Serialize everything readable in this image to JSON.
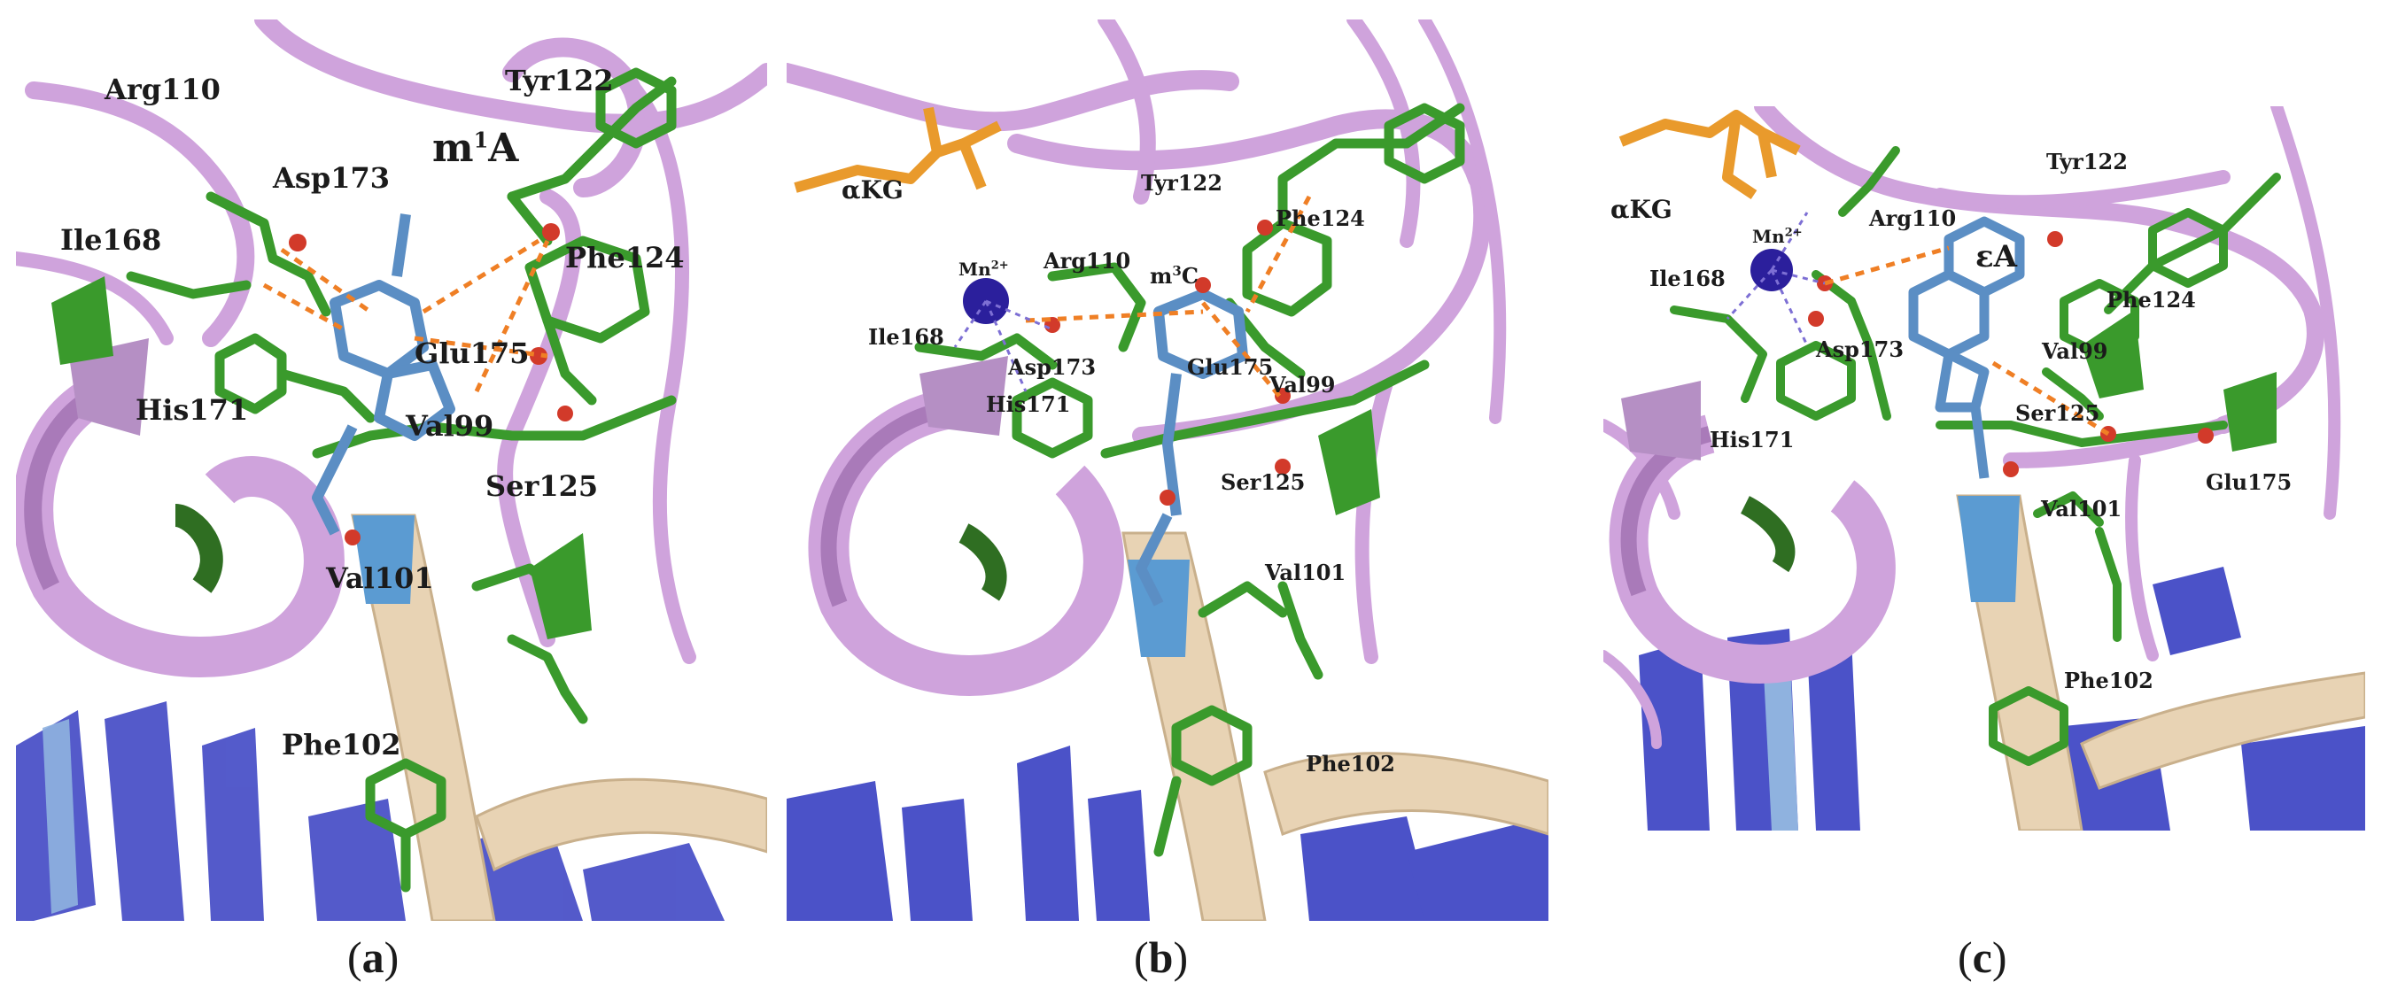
{
  "panels": [
    {
      "id": "a",
      "caption_letter": "a",
      "residues": [
        "Arg110",
        "Tyr122",
        "Asp173",
        "Ile168",
        "Phe124",
        "Glu175",
        "His171",
        "Val99",
        "Ser125",
        "Val101",
        "Phe102"
      ],
      "ligand": {
        "base": "m",
        "sup": "1",
        "rest": "A"
      }
    },
    {
      "id": "b",
      "caption_letter": "b",
      "cofactor": "αKG",
      "metal": {
        "base": "Mn",
        "sup": "2+"
      },
      "residues": [
        "Tyr122",
        "Arg110",
        "Phe124",
        "Ile168",
        "Asp173",
        "Glu175",
        "Val99",
        "His171",
        "Ser125",
        "Val101",
        "Phe102"
      ],
      "ligand": {
        "base": "m",
        "sup": "3",
        "rest": "C"
      }
    },
    {
      "id": "c",
      "caption_letter": "c",
      "cofactor": "αKG",
      "metal": {
        "base": "Mn",
        "sup": "2+"
      },
      "residues": [
        "Tyr122",
        "Arg110",
        "Ile168",
        "Phe124",
        "Asp173",
        "Val99",
        "His171",
        "Ser125",
        "Glu175",
        "Val101",
        "Phe102"
      ],
      "ligand": {
        "base": "εA"
      }
    }
  ],
  "colors": {
    "ribbon_pink": "#cfa3dc",
    "ribbon_pink_dark": "#a97ab9",
    "residue_green": "#3a9a2c",
    "ligand_blue": "#5b8ec4",
    "cofactor_orange": "#e99a2c",
    "metal_navy": "#2b1f9c",
    "nucleotide_blue": "#4b52c8",
    "backbone_tan": "#e8d3b4",
    "hbond_orange": "#ef7f25",
    "oxygen_red": "#d23a2a"
  }
}
